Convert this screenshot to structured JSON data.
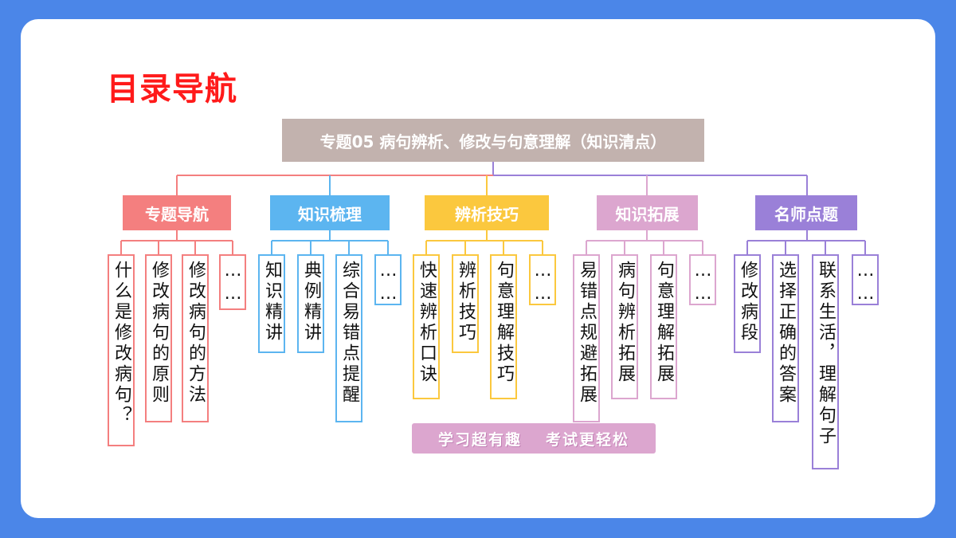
{
  "page_title": "目录导航",
  "root": "专题05 病句辨析、修改与句意理解（知识清点）",
  "categories": [
    {
      "label": "专题导航",
      "color": "#f47f7f",
      "leaves": [
        "什么是修改病句？",
        "修改病句的原则",
        "修改病句的方法",
        "……"
      ]
    },
    {
      "label": "知识梳理",
      "color": "#5cb5f0",
      "leaves": [
        "知识精讲",
        "典例精讲",
        "综合易错点提醒",
        "……"
      ]
    },
    {
      "label": "辨析技巧",
      "color": "#fbc83e",
      "leaves": [
        "快速辨析口诀",
        "辨析技巧",
        "句意理解技巧",
        "……"
      ]
    },
    {
      "label": "知识拓展",
      "color": "#dca6cf",
      "leaves": [
        "易错点规避拓展",
        "病句辨析拓展",
        "句意理解拓展",
        "……"
      ]
    },
    {
      "label": "名师点题",
      "color": "#9a80d8",
      "leaves": [
        "修改病段",
        "选择正确的答案",
        "联系生活，理解句子",
        "……"
      ]
    }
  ],
  "banner": {
    "left": "学习超有趣",
    "right": "考试更轻松"
  }
}
